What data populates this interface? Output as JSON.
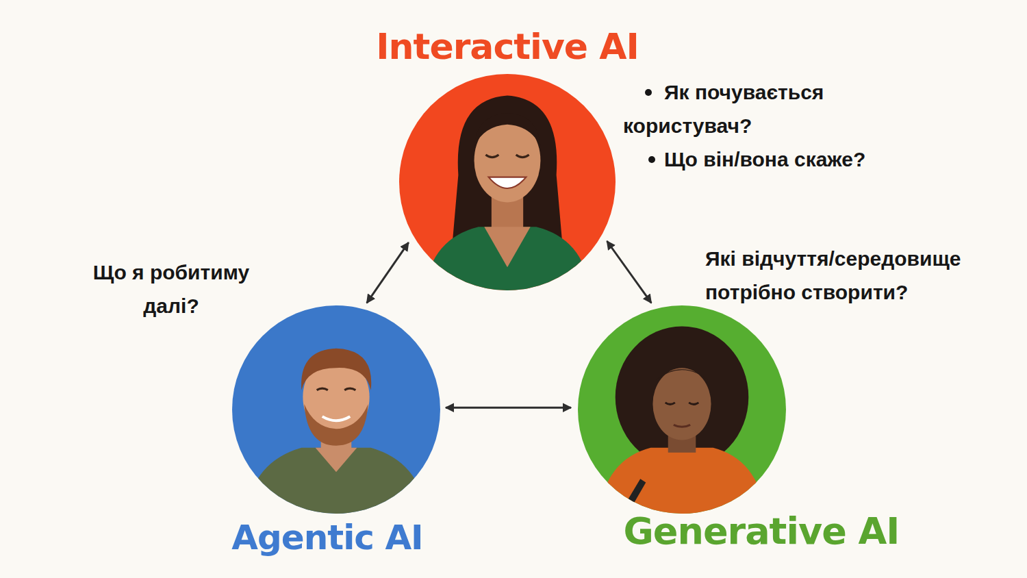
{
  "diagram": {
    "nodes": [
      {
        "text": [
          "Interactive AI"
        ]
      },
      {
        "text": [
          "Agentic AI"
        ]
      },
      {
        "text": [
          "Generative AI"
        ]
      }
    ],
    "edges": [
      {
        "from": 0,
        "to": 1,
        "arrow": "both"
      },
      {
        "from": 0,
        "to": 2,
        "arrow": "both"
      },
      {
        "from": 1,
        "to": 2,
        "arrow": "both"
      }
    ],
    "labels": [
      "Як почувається користувач?",
      "Що він/вона скаже?",
      "Що я робитиму далі?",
      "Які відчуття/середовище потрібно створити?"
    ]
  }
}
